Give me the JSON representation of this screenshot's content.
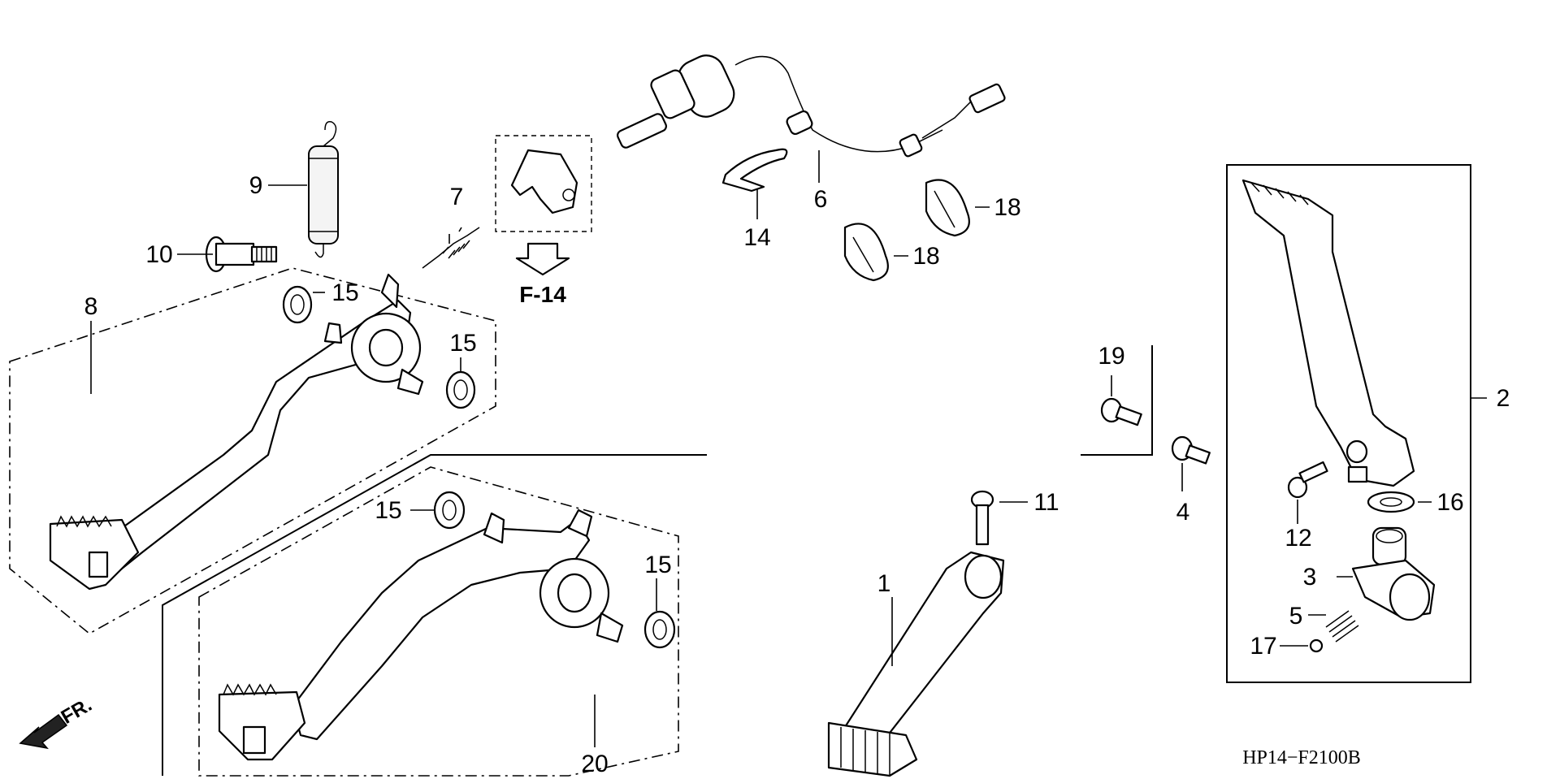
{
  "diagram_code": "HP14−F2100B",
  "reference": {
    "label": "F-14"
  },
  "direction": {
    "label": "FR."
  },
  "callouts": {
    "c1": "1",
    "c2": "2",
    "c3": "3",
    "c4": "4",
    "c5": "5",
    "c6": "6",
    "c7": "7",
    "c8": "8",
    "c9": "9",
    "c10": "10",
    "c11": "11",
    "c12": "12",
    "c14": "14",
    "c15a": "15",
    "c15b": "15",
    "c15c": "15",
    "c15d": "15",
    "c16": "16",
    "c17": "17",
    "c18a": "18",
    "c18b": "18",
    "c19": "19",
    "c20": "20"
  },
  "icons": {
    "direction": "front-direction-arrow-icon",
    "reference": "reference-arrow-icon"
  }
}
